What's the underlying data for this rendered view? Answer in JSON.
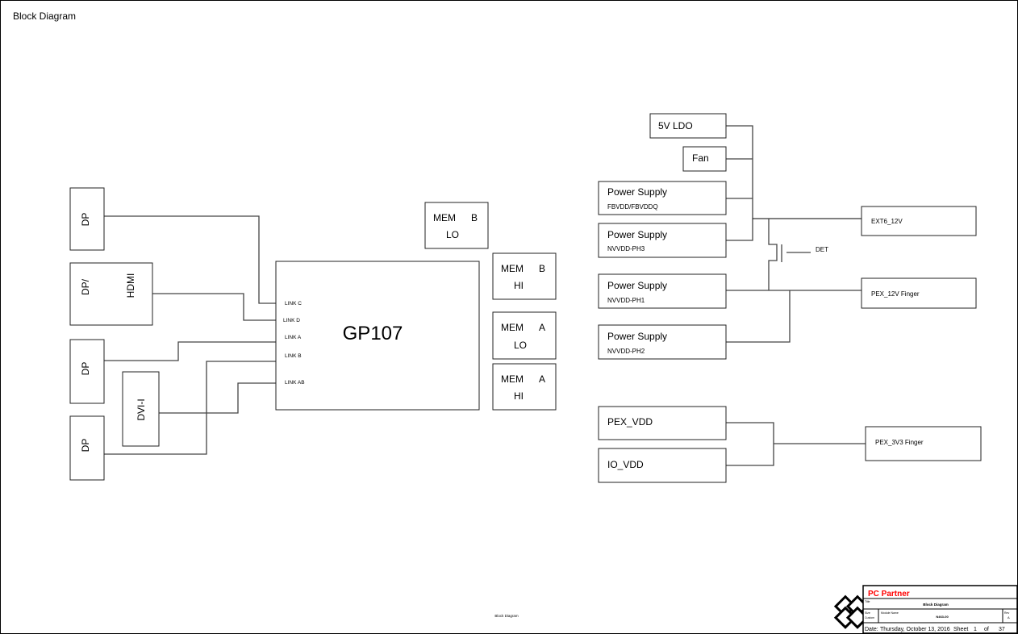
{
  "page_title": "Block Diagram",
  "gpu": {
    "label": "GP107",
    "links": [
      "LINK C",
      "LINK D",
      "LINK A",
      "LINK B",
      "LINK AB"
    ]
  },
  "connectors": {
    "dp1": "DP",
    "dp_hdmi_a": "DP/",
    "dp_hdmi_b": "HDMI",
    "dp3": "DP",
    "dvi": "DVI-I",
    "dp4": "DP"
  },
  "memory": [
    {
      "name": "MEM",
      "ch": "B",
      "part": "LO"
    },
    {
      "name": "MEM",
      "ch": "B",
      "part": "HI"
    },
    {
      "name": "MEM",
      "ch": "A",
      "part": "LO"
    },
    {
      "name": "MEM",
      "ch": "A",
      "part": "HI"
    }
  ],
  "power": {
    "ldo": "5V LDO",
    "fan": "Fan",
    "supplies": [
      {
        "title": "Power Supply",
        "sub": "FBVDD/FBVDDQ"
      },
      {
        "title": "Power Supply",
        "sub": "NVVDD-PH3"
      },
      {
        "title": "Power Supply",
        "sub": "NVVDD-PH1"
      },
      {
        "title": "Power Supply",
        "sub": "NVVDD-PH2"
      }
    ],
    "ext": "EXT6_12V",
    "det": "DET",
    "pex12": "PEX_12V Finger",
    "pex_vdd": "PEX_VDD",
    "io_vdd": "IO_VDD",
    "pex3v3": "PEX_3V3 Finger"
  },
  "footer": {
    "center": "Block Diagram"
  },
  "title_block": {
    "company": "PC Partner",
    "title_label": "Title",
    "title": "Block Diagram",
    "size_label": "Size",
    "size": "Custom",
    "module_label": "Module Name",
    "module": "N463-00",
    "rev_label": "Rev",
    "rev": "A",
    "date_label": "Date:",
    "date": "Thursday, October 13, 2016",
    "sheet_label": "Sheet",
    "sheet": "1",
    "of_label": "of",
    "total": "37",
    "company_color": "#ff0000"
  }
}
